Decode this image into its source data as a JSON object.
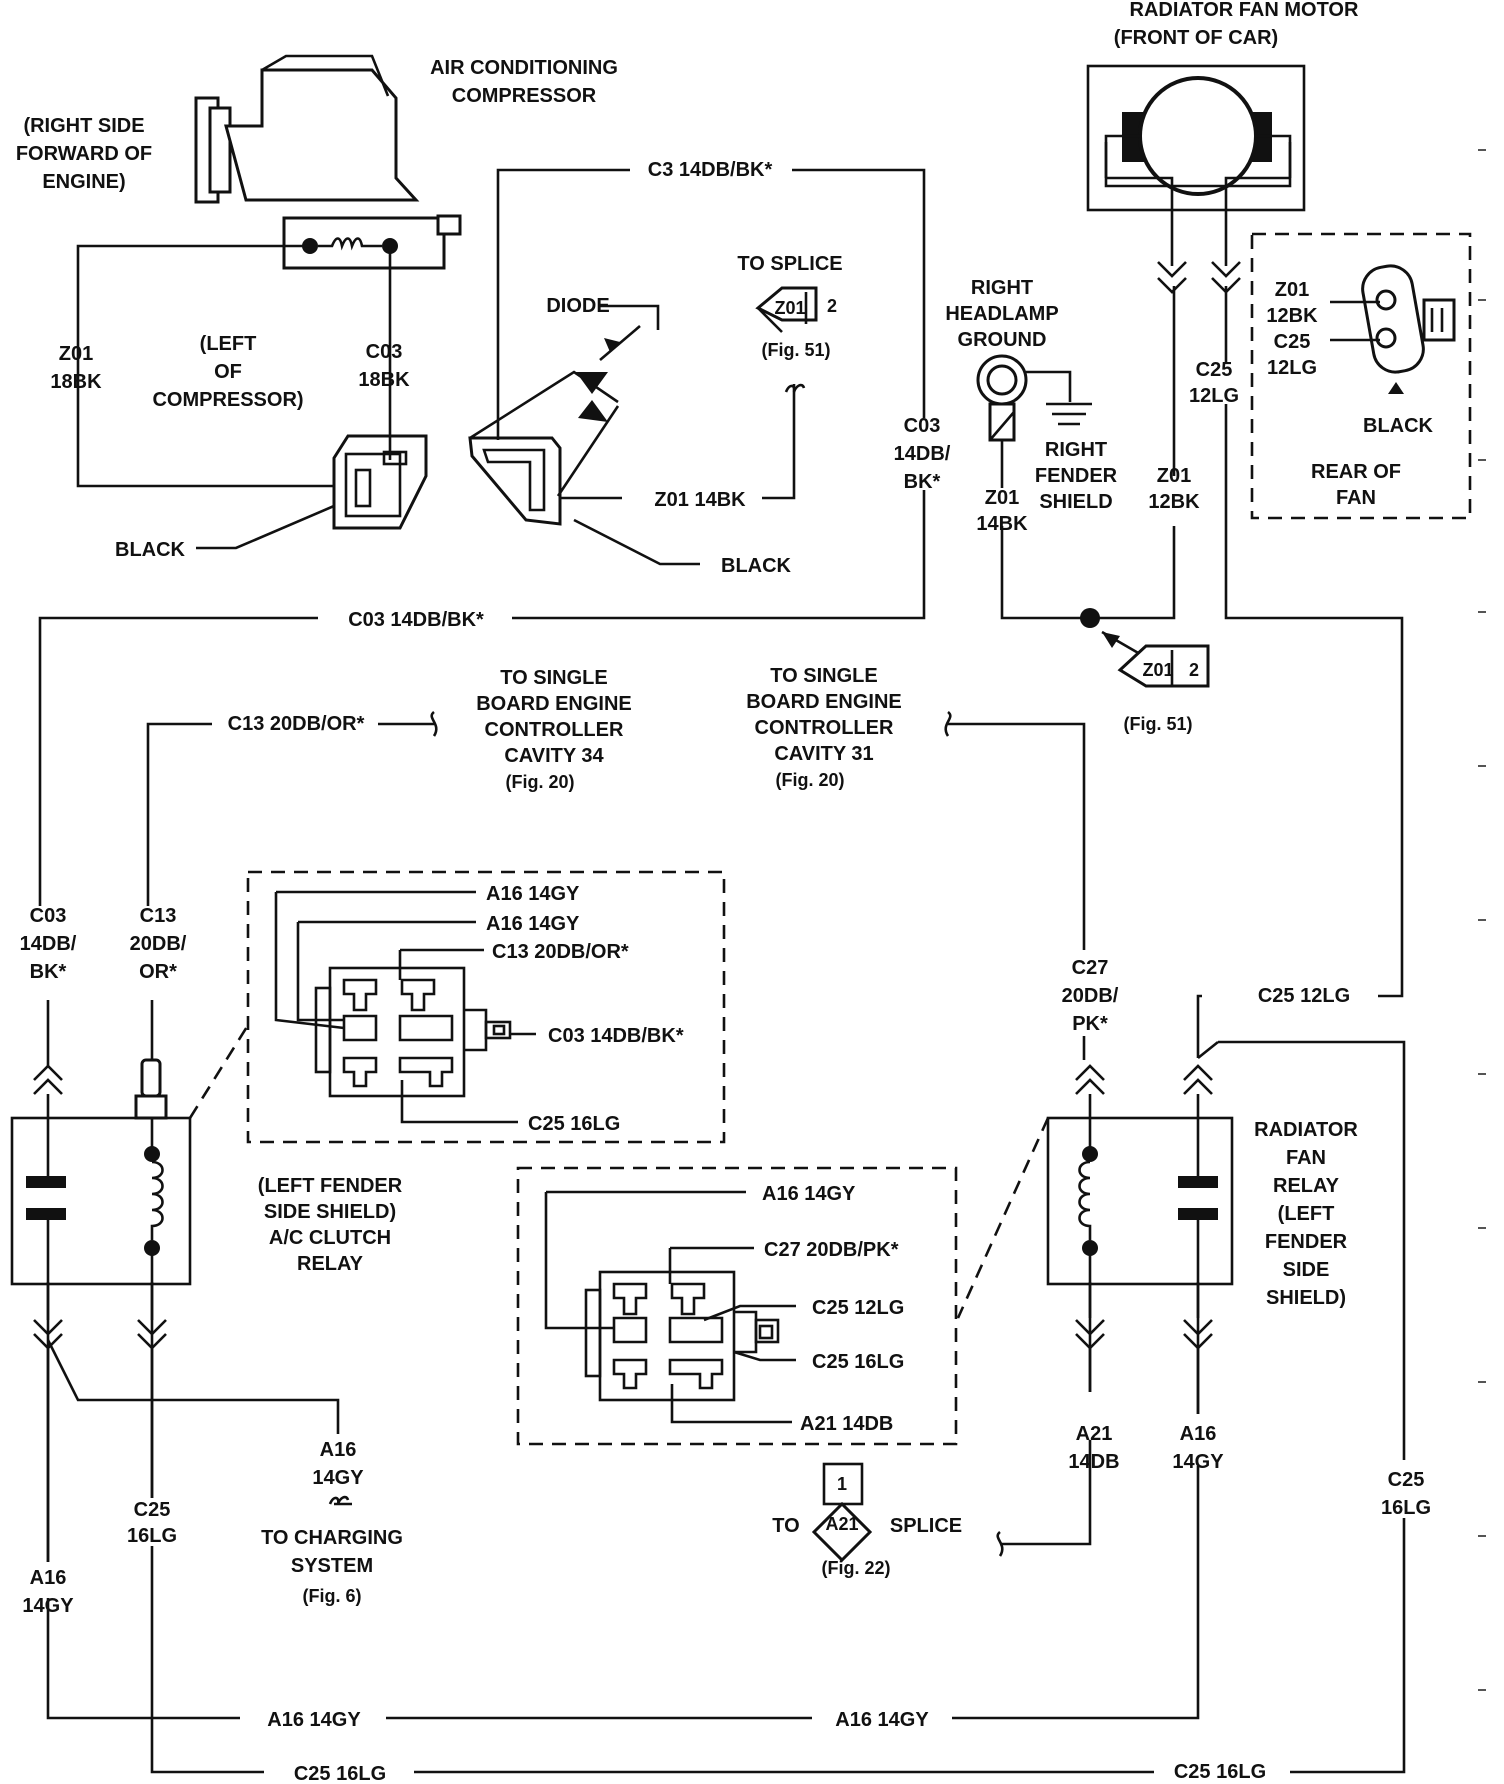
{
  "labels": {
    "fan_motor_title_1": "RADIATOR FAN MOTOR",
    "fan_motor_title_2": "(FRONT OF CAR)",
    "ac_comp_1": "AIR CONDITIONING",
    "ac_comp_2": "COMPRESSOR",
    "right_side_1": "(RIGHT SIDE",
    "right_side_2": "FORWARD OF",
    "right_side_3": "ENGINE)",
    "c3_top": "C3 14DB/BK*",
    "to_splice_1": "TO SPLICE",
    "z01_splice_top": "Z01",
    "splice_num_top": "2",
    "fig51_top": "(Fig. 51)",
    "diode": "DIODE",
    "z01_18bk_1": "Z01",
    "z01_18bk_2": "18BK",
    "left_of_1": "(LEFT",
    "left_of_2": "OF",
    "left_of_3": "COMPRESSOR)",
    "c03_18bk_1": "C03",
    "c03_18bk_2": "18BK",
    "black_1": "BLACK",
    "z01_14bk_h": "Z01 14BK",
    "black_2": "BLACK",
    "c03_right_1": "C03",
    "c03_right_2": "14DB/",
    "c03_right_3": "BK*",
    "rh_ground_1": "RIGHT",
    "rh_ground_2": "HEADLAMP",
    "rh_ground_3": "GROUND",
    "rfs_1": "RIGHT",
    "rfs_2": "FENDER",
    "rfs_3": "SHIELD",
    "z01_14bk_v1": "Z01",
    "z01_14bk_v2": "14BK",
    "z01_12bk_v1": "Z01",
    "z01_12bk_v2": "12BK",
    "c25_12lg_v1": "C25",
    "c25_12lg_v2": "12LG",
    "conn_z01": "Z01",
    "conn_12bk": "12BK",
    "conn_c25": "C25",
    "conn_12lg": "12LG",
    "black_3": "BLACK",
    "rear_fan_1": "REAR OF",
    "rear_fan_2": "FAN",
    "c03_mid": "C03 14DB/BK*",
    "z01_splice_mid": "Z01",
    "splice_num_mid": "2",
    "fig51_mid": "(Fig. 51)",
    "c13_h": "C13 20DB/OR*",
    "sbec34_1": "TO SINGLE",
    "sbec34_2": "BOARD ENGINE",
    "sbec34_3": "CONTROLLER",
    "sbec34_4": "CAVITY 34",
    "sbec34_5": "(Fig. 20)",
    "sbec31_1": "TO SINGLE",
    "sbec31_2": "BOARD ENGINE",
    "sbec31_3": "CONTROLLER",
    "sbec31_4": "CAVITY 31",
    "sbec31_5": "(Fig. 20)",
    "c03_left_1": "C03",
    "c03_left_2": "14DB/",
    "c03_left_3": "BK*",
    "c13_left_1": "C13",
    "c13_left_2": "20DB/",
    "c13_left_3": "OR*",
    "ac_conn_a16a": "A16 14GY",
    "ac_conn_a16b": "A16 14GY",
    "ac_conn_c13": "C13 20DB/OR*",
    "ac_conn_c03": "C03 14DB/BK*",
    "ac_conn_c25": "C25 16LG",
    "c27_1": "C27",
    "c27_2": "20DB/",
    "c27_3": "PK*",
    "c25_12lg_h": "C25 12LG",
    "ac_relay_1": "(LEFT FENDER",
    "ac_relay_2": "SIDE SHIELD)",
    "ac_relay_3": "A/C CLUTCH",
    "ac_relay_4": "RELAY",
    "fr_conn_a16": "A16 14GY",
    "fr_conn_c27": "C27 20DB/PK*",
    "fr_conn_c25a": "C25 12LG",
    "fr_conn_c25b": "C25 16LG",
    "fr_conn_a21": "A21 14DB",
    "fan_relay_1": "RADIATOR",
    "fan_relay_2": "FAN",
    "fan_relay_3": "RELAY",
    "fan_relay_4": "(LEFT",
    "fan_relay_5": "FENDER",
    "fan_relay_6": "SIDE",
    "fan_relay_7": "SHIELD)",
    "a16_charge_1": "A16",
    "a16_charge_2": "14GY",
    "charge_1": "TO CHARGING",
    "charge_2": "SYSTEM",
    "charge_3": "(Fig. 6)",
    "c25_16lg_l1": "C25",
    "c25_16lg_l2": "16LG",
    "a16_left_1": "A16",
    "a16_left_2": "14GY",
    "splice_to": "TO",
    "splice_a21": "A21",
    "splice_word": "SPLICE",
    "splice_num_bot": "1",
    "fig22": "(Fig. 22)",
    "a21_1": "A21",
    "a21_2": "14DB",
    "a16_right_1": "A16",
    "a16_right_2": "14GY",
    "c25_16lg_r1": "C25",
    "c25_16lg_r2": "16LG",
    "a16_bottom_1": "A16 14GY",
    "a16_bottom_2": "A16 14GY",
    "c25_bottom_1": "C25 16LG",
    "c25_bottom_2": "C25 16LG"
  }
}
